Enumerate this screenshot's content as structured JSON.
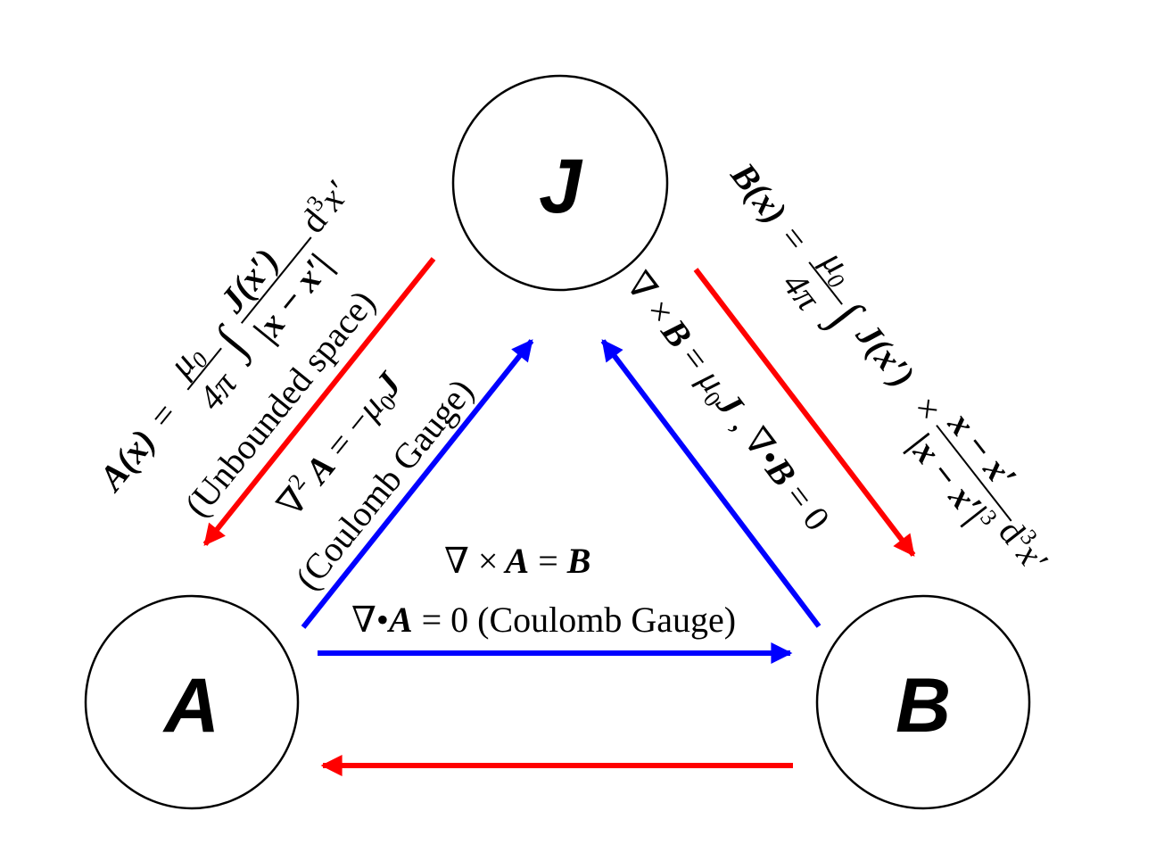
{
  "nodes": {
    "J": "J",
    "A": "A",
    "B": "B"
  },
  "colors": {
    "red": "#ff0000",
    "blue": "#0000ff",
    "stroke": "#000000"
  },
  "equations": {
    "a_from_j": {
      "lhs_A": "A",
      "lhs_x": "(x)",
      "equals": "=",
      "mu": "μ",
      "mu_sub": "0",
      "four_pi": "4π",
      "integral": "∫",
      "num": "J(x′)",
      "den": "|x − x′|",
      "d3": "d",
      "d3_sup": "3",
      "d3_x": "x′",
      "note": "(Unbounded space)"
    },
    "laplacian": {
      "line1": "∇² A = −μ₀J",
      "nabla": "∇",
      "sup2": "2",
      "A": "A",
      "eq": " = −",
      "mu": "μ",
      "sub0": "0",
      "J": "J",
      "note": "(Coulomb Gauge)"
    },
    "b_from_j": {
      "lhs_B": "B",
      "lhs_x": "(x)",
      "equals": "=",
      "mu": "μ",
      "mu_sub": "0",
      "four_pi": "4π",
      "integral": "∫",
      "jx": "J(x′)",
      "times": "×",
      "num": "x − x′",
      "den": "|x − x′|",
      "den_sup": "3",
      "d3": "d",
      "d3_sup": "3",
      "d3_x": "x′"
    },
    "curl_b": {
      "nabla": "∇ ×",
      "B": "B",
      "eq": " = ",
      "mu": "μ",
      "sub0": "0",
      "J": "J",
      "sep": " ,  ",
      "div": "∇•",
      "B2": "B",
      "zero": " = 0"
    },
    "curl_a": {
      "nabla": "∇ ×",
      "A": "A",
      "eq": " = ",
      "B": "B"
    },
    "div_a": {
      "nabla": "∇•",
      "A": "A",
      "rest": " = 0 (Coulomb Gauge)"
    }
  }
}
